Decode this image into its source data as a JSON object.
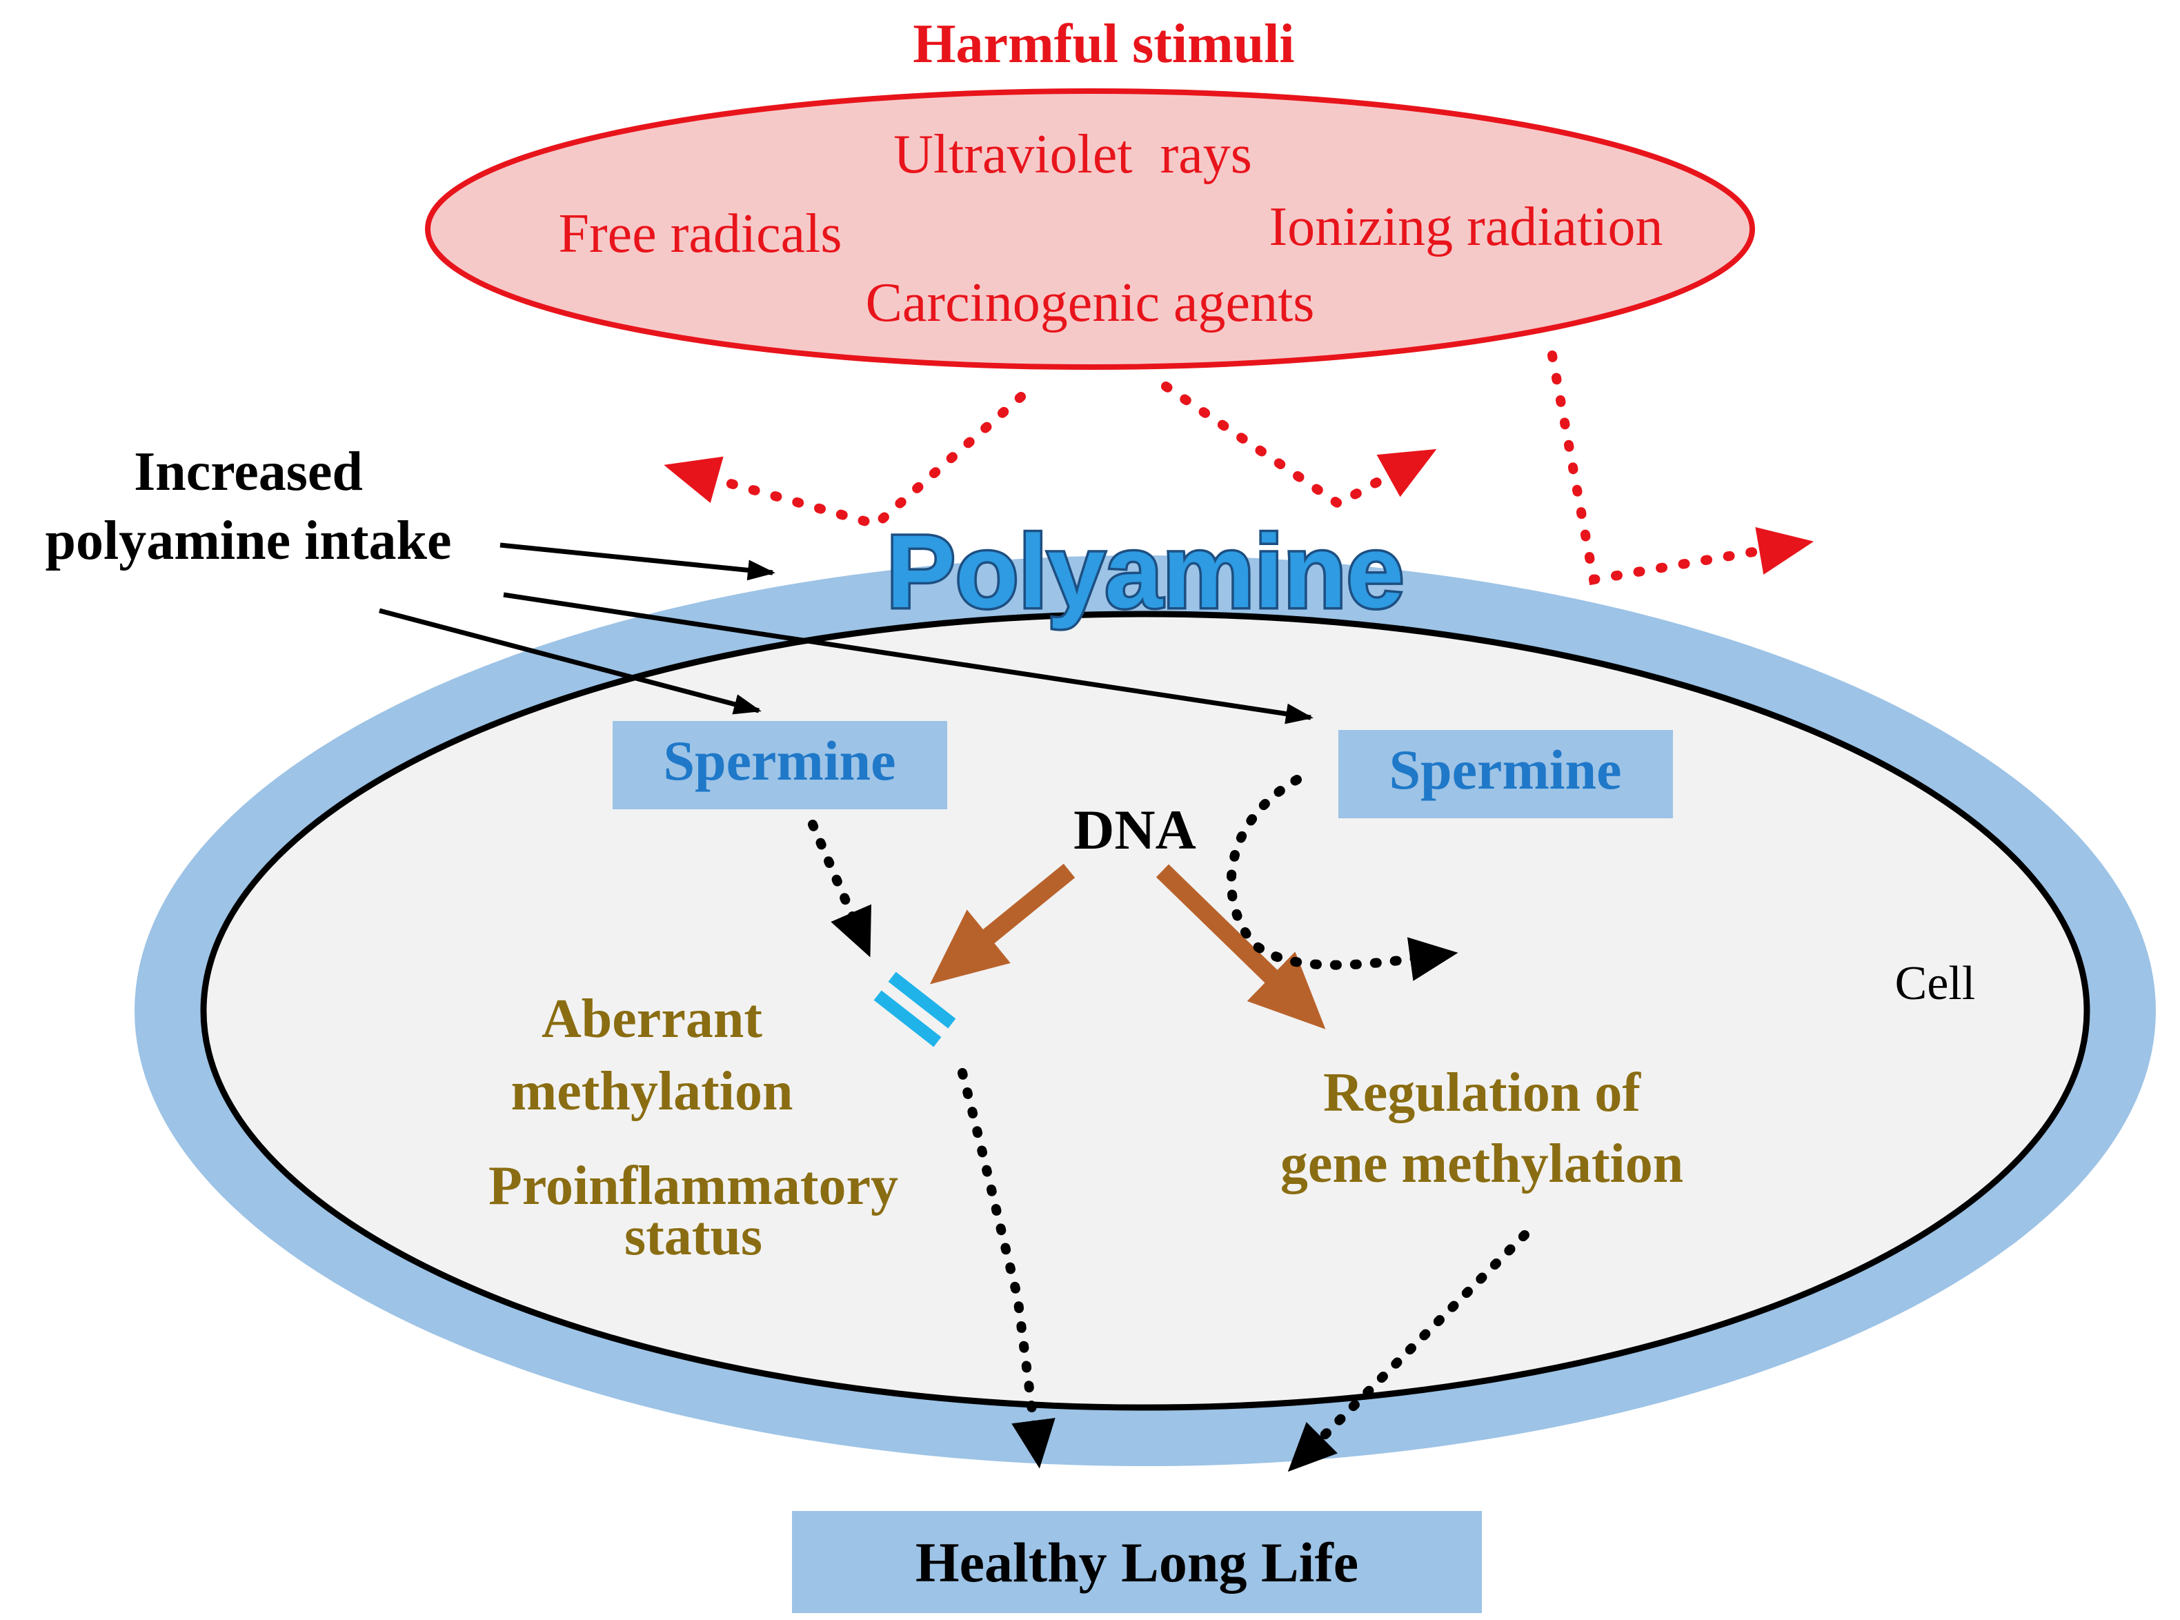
{
  "title": "Harmful stimuli",
  "stimuli": {
    "ultraviolet": "Ultraviolet  rays",
    "free_radicals": "Free radicals",
    "ionizing": "Ionizing radiation",
    "carcinogenic": "Carcinogenic agents"
  },
  "intake": {
    "line1": "Increased",
    "line2": "polyamine intake"
  },
  "polyamine_label": "Polyamine",
  "spermine_left": "Spermine",
  "spermine_right": "Spermine",
  "dna": "DNA",
  "cell": "Cell",
  "aberrant": {
    "line1": "Aberrant",
    "line2": "methylation"
  },
  "proinflammatory": {
    "line1": "Proinflammatory",
    "line2": "status"
  },
  "regulation": {
    "line1": "Regulation of",
    "line2": "gene methylation"
  },
  "outcome": "Healthy Long Life",
  "colors": {
    "stimuli_red": "#e8141b",
    "stimuli_fill": "#f6c9c9",
    "membrane_blue": "#9dc3e6",
    "cell_fill": "#f2f2f2",
    "spermine_text": "#1f78c8",
    "olive_text": "#8a6d12",
    "dna_arrow": "#b8622b",
    "block_cyan": "#1fb3ea"
  }
}
